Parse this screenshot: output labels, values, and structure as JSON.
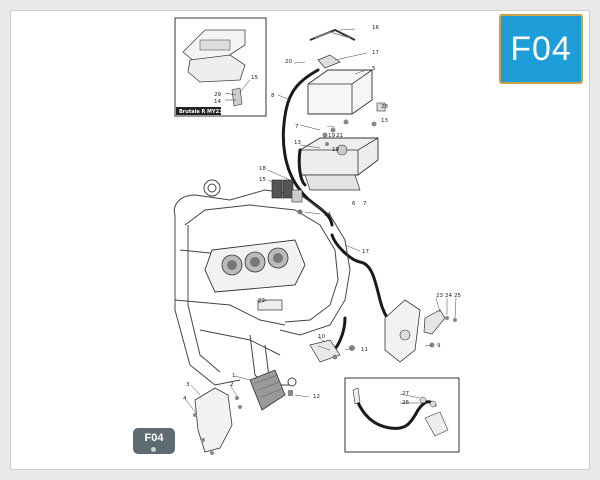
{
  "section_code": "F04",
  "corner_tab": "F04",
  "inset_top_caption": "Brutale R MY23",
  "colors": {
    "badge": "#1e9ed8",
    "badge_border": "#c9a24a",
    "tab": "#5f6b73"
  },
  "callouts": {
    "c1": "1",
    "c2": "2",
    "c3": "3",
    "c4": "4",
    "c5": "5",
    "c6": "6",
    "c7": "7",
    "c8": "8",
    "c9": "9",
    "c10": "10",
    "c11": "11",
    "c12": "12",
    "c13": "13",
    "c14": "14",
    "c15": "15",
    "c16": "16",
    "c17": "17",
    "c18": "18",
    "c19": "19",
    "c20": "20",
    "c21": "21",
    "c22": "22",
    "c23": "23",
    "c24": "24",
    "c25": "25",
    "c26": "26",
    "c27": "27",
    "c28": "28",
    "c29": "29"
  }
}
